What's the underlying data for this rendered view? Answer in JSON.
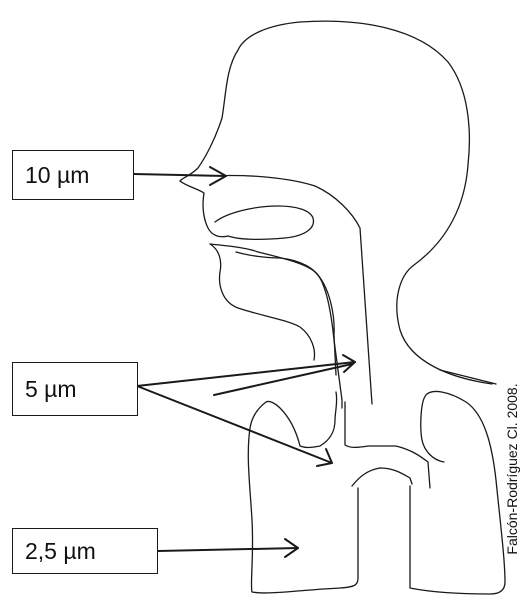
{
  "labels": {
    "nose": "10 µm",
    "throat": "5 µm",
    "lungs": "2,5 µm"
  },
  "credit": "Falcón-Rodríguez Cl. 2008."
}
